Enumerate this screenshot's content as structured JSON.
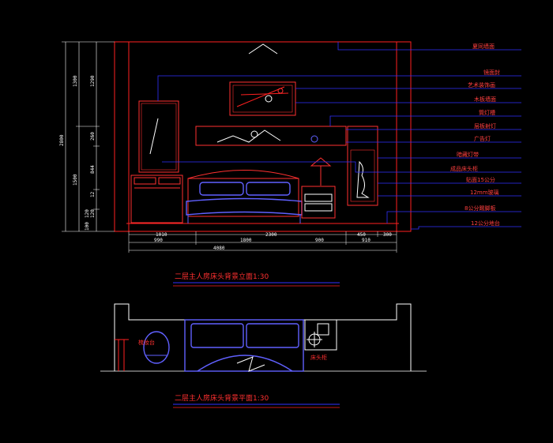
{
  "colors": {
    "background": "#000000",
    "wall": "#ff2020",
    "furniture": "#6060ff",
    "dimension": "#ffffff",
    "callout_line": "#3030ff",
    "callout_text": "#ff4040",
    "title": "#ff3030"
  },
  "vertical_dims": {
    "outer_total": "2800",
    "segments": [
      "1300",
      "1500"
    ],
    "inner_segments": [
      "1290",
      "260",
      "844",
      "12",
      "120"
    ],
    "bottom_small": [
      "120",
      "100"
    ]
  },
  "horizontal_dims": {
    "row1": [
      "1010",
      "2300",
      "450",
      "300"
    ],
    "row2": [
      "990",
      "1800",
      "900",
      "910"
    ],
    "row3": [
      "4080"
    ]
  },
  "callouts": [
    "夏同墙面",
    "镜面封",
    "艺术装饰画",
    "木板墙面",
    "筒灯槽",
    "层板射灯",
    "广告灯",
    "暗藏灯带",
    "成品床头柜",
    "贴面15公分",
    "12mm玻璃",
    "8公分踢脚板",
    "12公分地台"
  ],
  "titles": {
    "elevation": "二层主人房床头背景立面1:30",
    "plan": "二层主人房床头背景平面1:30"
  },
  "plan_labels": {
    "left": "梳妆台",
    "right": "床头柜"
  }
}
